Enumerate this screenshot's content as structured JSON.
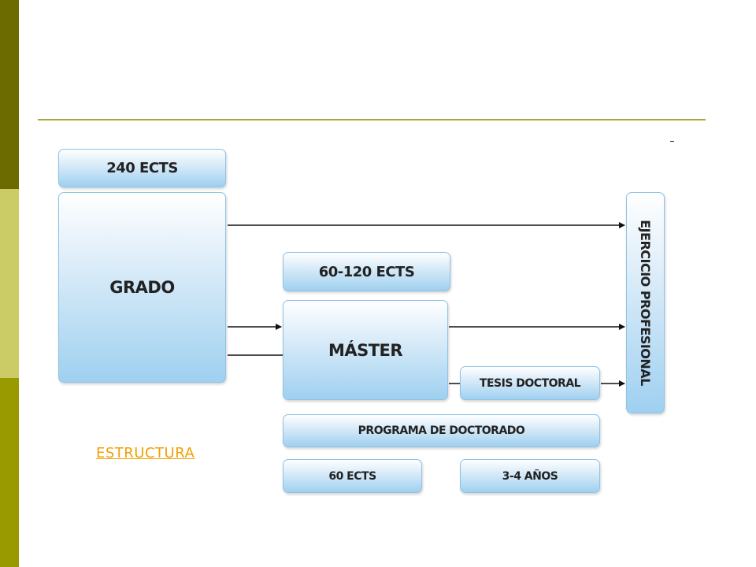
{
  "diagram": {
    "ects_240": "240 ECTS",
    "grado": "GRADO",
    "ects_60_120": "60-120 ECTS",
    "master": "MÁSTER",
    "tesis": "TESIS DOCTORAL",
    "programa": "PROGRAMA DE DOCTORADO",
    "ects_60": "60 ECTS",
    "years": "3-4 AÑOS",
    "ejercicio": "EJERCICIO PROFESIONAL"
  },
  "link": {
    "label": "ESTRUCTURA"
  },
  "colors": {
    "band_top": "#6b6b00",
    "band_mid": "#cccc66",
    "band_bot": "#999900",
    "rule": "#a8a838",
    "link": "#f0a000",
    "box_border": "#8fc3e6"
  }
}
